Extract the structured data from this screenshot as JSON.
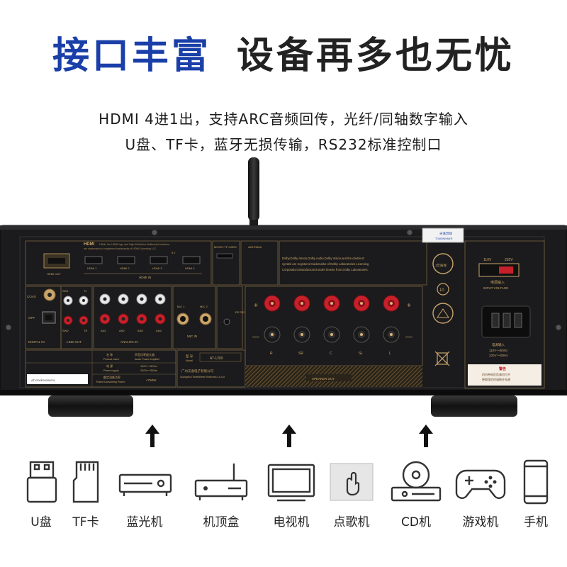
{
  "headline": {
    "part1": "接口丰富",
    "part2": "设备再多也无忧"
  },
  "subtitle_lines": [
    "HDMI 4进1出，支持ARC音频回传，光纤/同轴数字输入",
    "U盘、TF卡，蓝牙无损传输，RS232标准控制口"
  ],
  "panel": {
    "hdmi_logo": "HDMI",
    "hdmi_notice": [
      "HDMI, the HDMI logo and High-Definition Multimedia Interface",
      "are trademarks or registered trademarks of HDMI Licensing LLC."
    ],
    "hdmi_out": "HDMI OUT",
    "hdmi_in_ports": [
      "HDMI 1",
      "HDMI 2",
      "HDMI 3",
      "HDMI 4"
    ],
    "hdmi_in": "HDMI IN",
    "arc": "5 V",
    "micro_tf": "MICRO TF CARD",
    "antenna": "ANTENNA",
    "dolby_notice": [
      "Dolby,Dolby Atmos,Dolby Audio,Dolby Vision,and the double-D",
      "symbol are registered trademarks of Dolby Laboratories Licensing",
      "Corporation.Manufactured under license from Dolby Laboratories."
    ],
    "coax": "COAX",
    "opt": "OPT",
    "sw1": "SW1",
    "tl": "TL",
    "sw2": "SW2",
    "tr": "TR",
    "ain_labels": [
      "AN1",
      "AN2",
      "AN3",
      "AN4"
    ],
    "analog_in": "ANALOG IN",
    "digital_in": "DIGITAL IN",
    "line_out": "LINE OUT",
    "mic1": "MIC 1",
    "mic2": "MIC 2",
    "mic_in": "MIC IN",
    "rs232": "RS 232",
    "plus": "+",
    "minus": "—",
    "speaker_channels": [
      "R",
      "SR",
      "C",
      "SL",
      "L"
    ],
    "speaker_out": "SPEAKER OUT",
    "spec_rows": [
      [
        "名 称",
        "Product name",
        "声音功率放大器",
        "Audio Power Amplifier"
      ],
      [
        "电 源",
        "Power supply",
        "110V～/60Hz",
        "220V～/50Hz"
      ],
      [
        "额定消耗功率",
        "Rated Consuming Power",
        "<750W",
        ""
      ]
    ],
    "model_label": "型 号",
    "model_label_en": "Model",
    "model": "AT-1200",
    "company": "广州天逸电子有限公司",
    "company_en": "Guangzhou TonetWinner Electronics Co.,Ltd",
    "serial": "AT1200F00000001",
    "voltage_values": [
      "110V",
      "220V"
    ],
    "voltage_switch_cn": "电源输入",
    "voltage_switch_en": "INPUT VOLTAGE",
    "power_label_cn": "电源输入",
    "power_values": [
      "110V～/60Hz",
      "220V～/50Hz"
    ],
    "warning_title": "警告",
    "warning_lines": [
      "机内带电危险请勿打开",
      "更换保险时请断开电源"
    ],
    "brand_sticker": [
      "天逸音响",
      "TONEWINNER"
    ],
    "badge_ten": "10",
    "badge_years": "1年质保"
  },
  "arrows": [
    "up-arrow",
    "up-arrow",
    "up-arrow"
  ],
  "devices": [
    {
      "label": "U盘",
      "icon": "usb-drive-icon"
    },
    {
      "label": "TF卡",
      "icon": "tf-card-icon"
    },
    {
      "label": "蓝光机",
      "icon": "bluray-player-icon"
    },
    {
      "label": "机顶盒",
      "icon": "set-top-box-icon"
    },
    {
      "label": "电视机",
      "icon": "tv-icon"
    },
    {
      "label": "点歌机",
      "icon": "karaoke-machine-icon"
    },
    {
      "label": "CD机",
      "icon": "cd-player-icon"
    },
    {
      "label": "游戏机",
      "icon": "gamepad-icon"
    },
    {
      "label": "手机",
      "icon": "phone-icon"
    }
  ],
  "colors": {
    "accent": "#1a3fa8",
    "panel": "#1b1b1d",
    "gold": "#b8925a",
    "terminal_red": "#c8202a"
  }
}
